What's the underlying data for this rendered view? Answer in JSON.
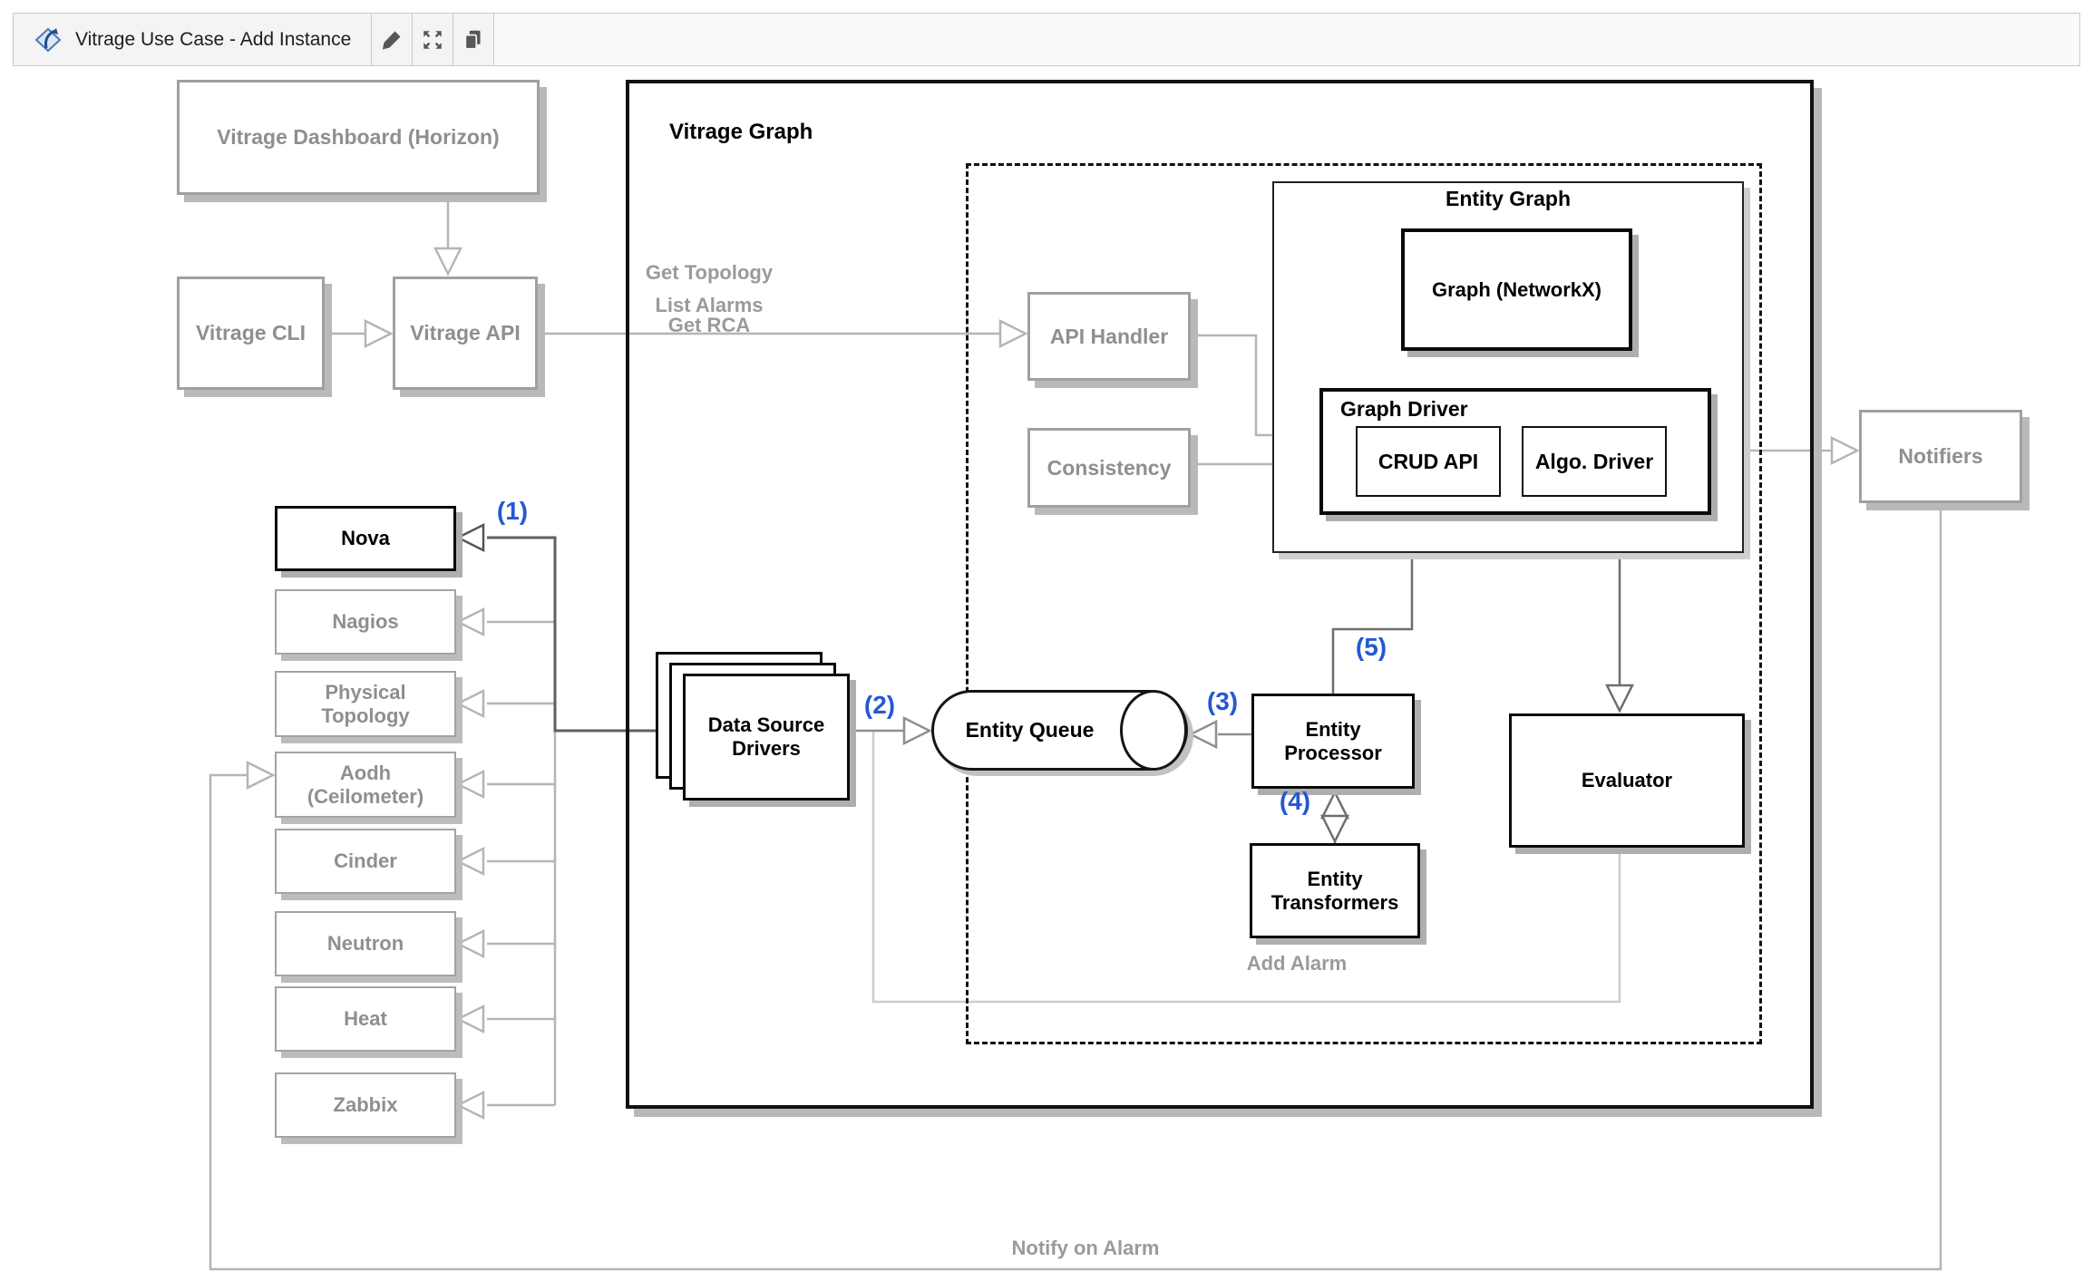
{
  "toolbar": {
    "title": "Vitrage Use Case - Add Instance",
    "edit_icon": "pencil",
    "fullscreen_icon": "expand-arrows",
    "copy_icon": "copy-pages",
    "logo_icon": "diagram-diamond-logo"
  },
  "containers": {
    "vitrage_graph_label": "Vitrage Graph",
    "entity_graph_label": "Entity Graph",
    "graph_driver_label": "Graph Driver"
  },
  "boxes": {
    "dashboard": "Vitrage Dashboard (Horizon)",
    "cli": "Vitrage CLI",
    "api": "Vitrage API",
    "api_handler": "API Handler",
    "consistency": "Consistency",
    "graph_networkx": "Graph (NetworkX)",
    "crud_api": "CRUD API",
    "algo_driver": "Algo. Driver",
    "notifiers": "Notifiers",
    "data_source_drivers": "Data Source Drivers",
    "entity_queue": "Entity Queue",
    "entity_processor": "Entity Processor",
    "entity_transformers": "Entity Transformers",
    "evaluator": "Evaluator"
  },
  "data_sources": [
    {
      "label": "Nova",
      "highlight": true
    },
    {
      "label": "Nagios",
      "highlight": false
    },
    {
      "label": "Physical Topology",
      "highlight": false
    },
    {
      "label": "Aodh (Ceilometer)",
      "highlight": false
    },
    {
      "label": "Cinder",
      "highlight": false
    },
    {
      "label": "Neutron",
      "highlight": false
    },
    {
      "label": "Heat",
      "highlight": false
    },
    {
      "label": "Zabbix",
      "highlight": false
    }
  ],
  "flow_labels": {
    "get_topology": "Get Topology",
    "list_alarms": "List Alarms",
    "get_rca": "Get RCA",
    "add_alarm": "Add Alarm",
    "notify_on_alarm": "Notify on Alarm"
  },
  "steps": [
    "(1)",
    "(2)",
    "(3)",
    "(4)",
    "(5)"
  ],
  "colors": {
    "accent_blue": "#2458d4",
    "gray_box_border": "#a0a0a0",
    "gray_text": "#8f8f8f",
    "line_light": "#b5b5b5",
    "line_dark": "#5f5f5f",
    "black": "#000000"
  }
}
